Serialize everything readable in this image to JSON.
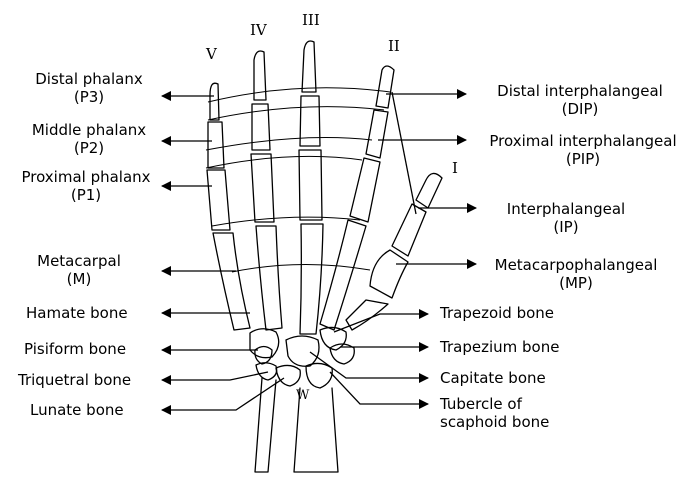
{
  "digits": {
    "V": "V",
    "IV": "IV",
    "III": "III",
    "II": "II",
    "I": "I"
  },
  "wrist_marker": "W",
  "left_labels": {
    "distal_phalanx": [
      "Distal phalanx",
      "(P3)"
    ],
    "middle_phalanx": [
      "Middle phalanx",
      "(P2)"
    ],
    "proximal_phalanx": [
      "Proximal phalanx",
      "(P1)"
    ],
    "metacarpal": [
      "Metacarpal",
      "(M)"
    ],
    "hamate": "Hamate bone",
    "pisiform": "Pisiform bone",
    "triquetral": "Triquetral bone",
    "lunate": "Lunate bone"
  },
  "right_labels": {
    "dip": [
      "Distal interphalangeal",
      "(DIP)"
    ],
    "pip": [
      "Proximal interphalangeal",
      "(PIP)"
    ],
    "ip": [
      "Interphalangeal",
      "(IP)"
    ],
    "mp": [
      "Metacarpophalangeal",
      "(MP)"
    ],
    "trapezoid": "Trapezoid bone",
    "trapezium": "Trapezium bone",
    "capitate": "Capitate bone",
    "scaphoid_tubercle": [
      "Tubercle of",
      "scaphoid bone"
    ]
  },
  "colors": {
    "ink": "#000000",
    "background": "#ffffff"
  }
}
